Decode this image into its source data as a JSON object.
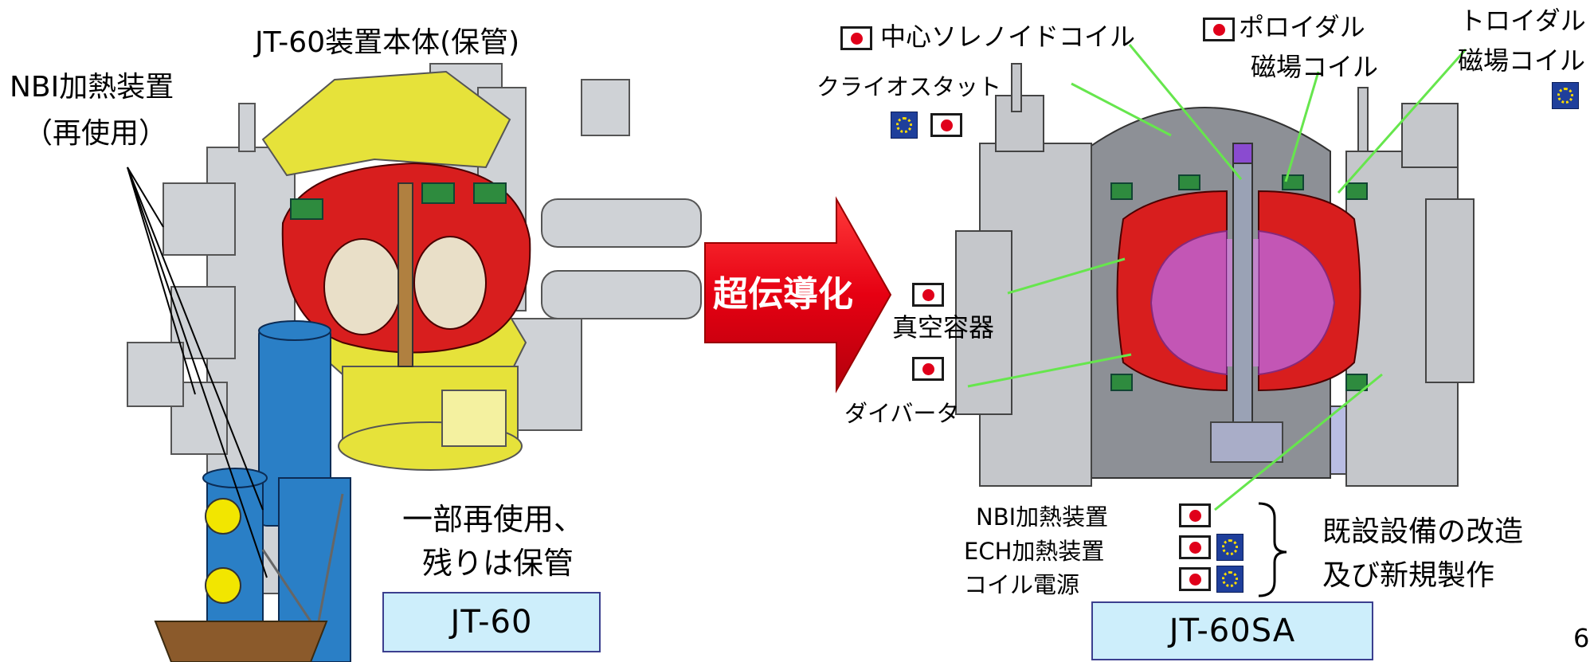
{
  "left": {
    "title": "JT-60装置本体(保管)",
    "nbi_label_line1": "NBI加熱装置",
    "nbi_label_line2": "（再使用）",
    "note_line1": "一部再使用、",
    "note_line2": "残りは保管",
    "name_box": "JT-60"
  },
  "arrow": {
    "label": "超伝導化",
    "color": "#e60012"
  },
  "right": {
    "cs_coil": "中心ソレノイドコイル",
    "pf_coil_line1": "ポロイダル",
    "pf_coil_line2": "磁場コイル",
    "tf_coil_line1": "トロイダル",
    "tf_coil_line2": "磁場コイル",
    "cryostat": "クライオスタット",
    "vacuum_vessel": "真空容器",
    "divertor": "ダイバータ",
    "nbi": "NBI加熱装置",
    "ech": "ECH加熱装置",
    "coil_power": "コイル電源",
    "existing_line1": "既設設備の改造",
    "existing_line2": "及び新規製作",
    "name_box": "JT-60SA"
  },
  "page_number": "6",
  "icons": {
    "japan_flag": "japan-flag-icon",
    "eu_flag": "eu-flag-icon"
  },
  "colors": {
    "leader_lines": "#66e64d",
    "box_fill": "#cdeefb",
    "box_border": "#3b3f8f",
    "machine_red": "#d81e1e",
    "machine_yellow": "#e6e23a",
    "machine_blue": "#2a7fc6",
    "plasma": "#c060d0"
  }
}
